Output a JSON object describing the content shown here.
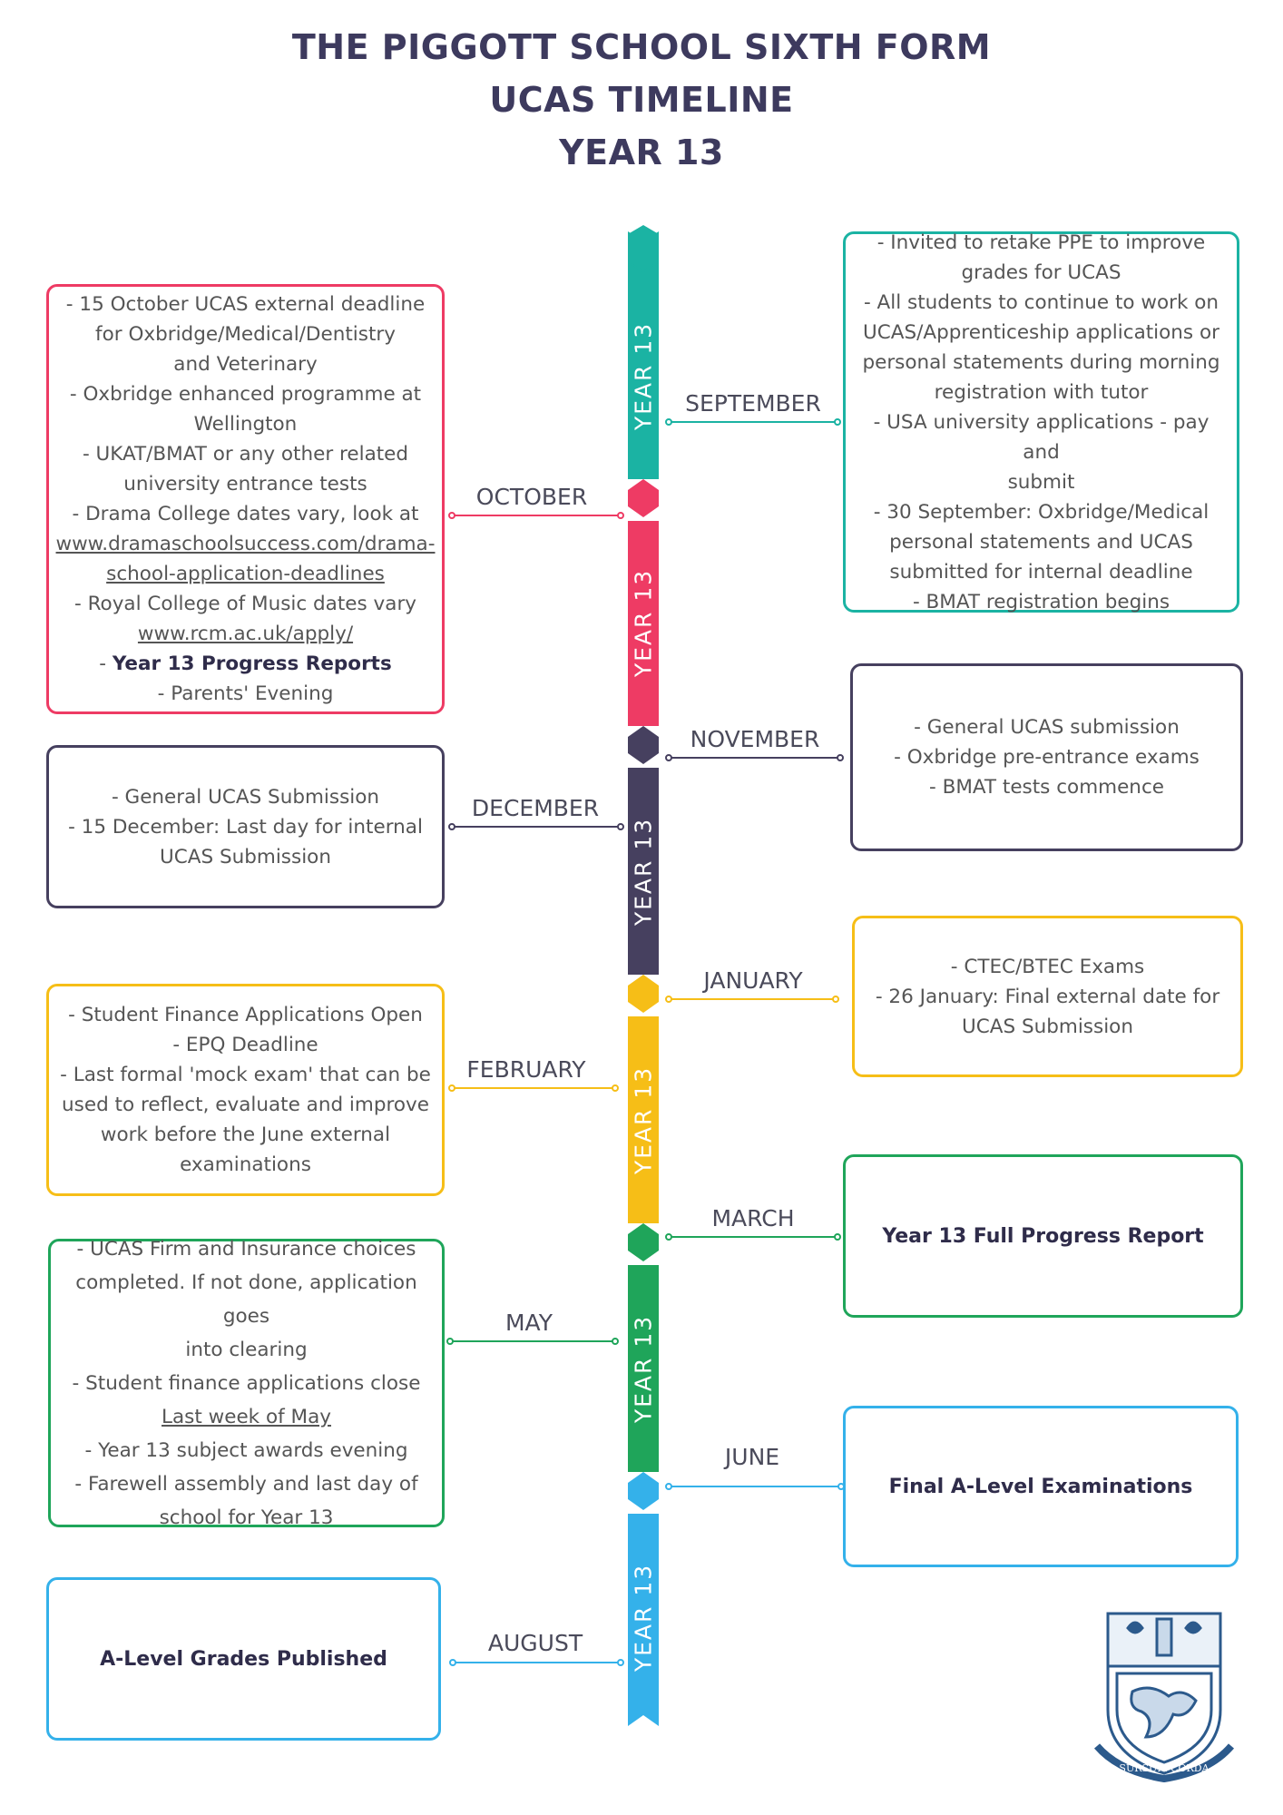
{
  "titles": [
    "THE PIGGOTT SCHOOL SIXTH FORM",
    "UCAS TIMELINE",
    "YEAR 13"
  ],
  "spine_label": "YEAR 13",
  "colors": {
    "teal": "#1bb3a3",
    "pink": "#ee3b64",
    "navy": "#46405f",
    "yellow": "#f6be17",
    "green": "#1fa55a",
    "blue": "#34b1ea"
  },
  "months": {
    "september": "SEPTEMBER",
    "october": "OCTOBER",
    "november": "NOVEMBER",
    "december": "DECEMBER",
    "january": "JANUARY",
    "february": "FEBRUARY",
    "march": "MARCH",
    "may": "MAY",
    "june": "JUNE",
    "august": "AUGUST"
  },
  "september_box": [
    "- Invited to retake PPE to improve",
    "grades for UCAS",
    "- All students to continue to work on",
    "UCAS/Apprenticeship applications or",
    "personal statements during morning",
    "registration with tutor",
    "- USA university applications - pay and",
    "submit",
    "- 30 September: Oxbridge/Medical",
    "personal statements and UCAS",
    "submitted for internal deadline",
    "- BMAT registration begins"
  ],
  "october_box": [
    "- 15 October UCAS external deadline",
    "for Oxbridge/Medical/Dentistry",
    "and Veterinary",
    "- Oxbridge enhanced programme at",
    "Wellington",
    "- UKAT/BMAT or any other related",
    "university entrance tests",
    "- Drama College dates vary, look at",
    "www.dramaschoolsuccess.com/drama-",
    "school-application-deadlines",
    "- Royal College of Music dates vary",
    "www.rcm.ac.uk/apply/",
    "Year 13 Progress Reports",
    "- Parents' Evening"
  ],
  "october_dash": "- ",
  "november_box": [
    "- General UCAS submission",
    "- Oxbridge pre-entrance exams",
    "- BMAT tests commence"
  ],
  "december_box": [
    "- General UCAS Submission",
    "- 15 December: Last day for internal",
    "UCAS Submission"
  ],
  "january_box": [
    "- CTEC/BTEC Exams",
    "- 26 January: Final external date for",
    "UCAS Submission"
  ],
  "february_box": [
    "- Student Finance Applications Open",
    "- EPQ Deadline",
    "- Last formal 'mock exam' that can be",
    "used to reflect, evaluate and improve",
    "work before the June external",
    "examinations"
  ],
  "march_box": "Year 13 Full Progress Report",
  "may_box": [
    "- UCAS Firm and Insurance choices",
    "completed. If not done, application goes",
    "into clearing",
    "- Student finance applications close",
    "Last week of May",
    "- Year 13 subject awards evening",
    "- Farewell assembly and last day of",
    "school for Year 13"
  ],
  "june_box": "Final A-Level Examinations",
  "august_box": "A-Level Grades Published",
  "crest_motto": "SURSUM·CORDA"
}
